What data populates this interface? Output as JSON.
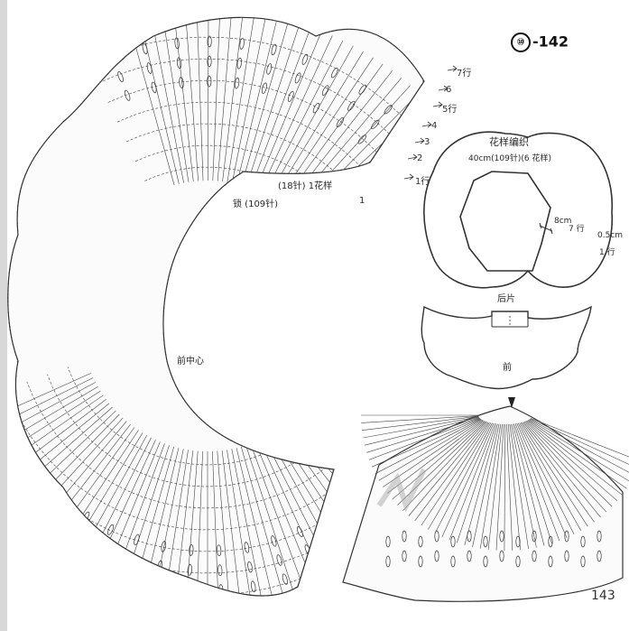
{
  "figure": {
    "code_circle": "⑩",
    "code_number": "-142",
    "page_number": "143"
  },
  "chart_labels": {
    "chain_count": "锁 (109针)",
    "pattern_count": "(18针) 1花样",
    "front_center": "前中心",
    "row_start": "1"
  },
  "rows": [
    {
      "num": "1",
      "suffix": "行"
    },
    {
      "num": "2",
      "suffix": ""
    },
    {
      "num": "3",
      "suffix": ""
    },
    {
      "num": "4",
      "suffix": ""
    },
    {
      "num": "5",
      "suffix": "行"
    },
    {
      "num": "6",
      "suffix": ""
    },
    {
      "num": "7",
      "suffix": "行"
    }
  ],
  "schematic": {
    "title": "花样编织",
    "width_note": "40cm(109针)(6 花样)",
    "depth_note": "8cm",
    "depth_rows": "7 行",
    "edge_note": "0.5cm",
    "edge_rows": "1 行",
    "back_label": "后片",
    "front_label": "前"
  },
  "colors": {
    "ink": "#333333",
    "paper": "#ffffff",
    "shadow": "#b8b8b8"
  }
}
